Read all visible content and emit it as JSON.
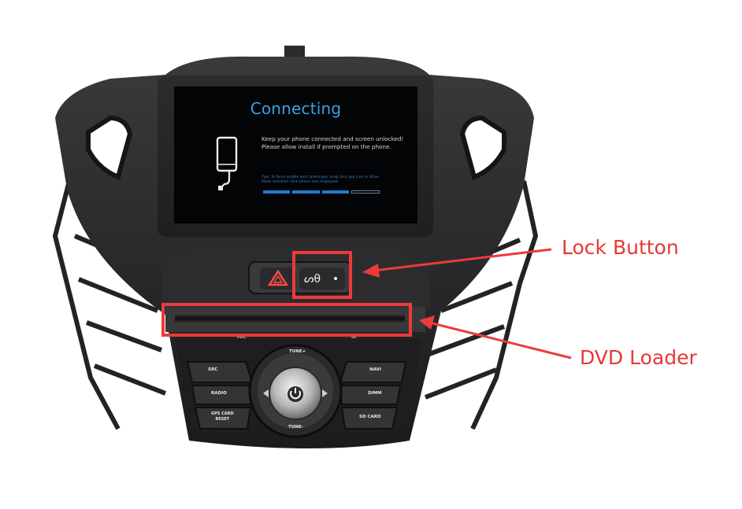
{
  "screen": {
    "title": "Connecting",
    "message": "Keep your phone connected and screen unlocked!\nPlease allow install if prompted on the phone.",
    "tip": "Tips: To force enable auto landscape, long click app icon in Drive Mode and then click phone icon displayed.",
    "progress_segments_filled": 3,
    "progress_segments_total": 4,
    "accent_color": "#3aa0e6"
  },
  "device": {
    "left_buttons": [
      "SRC",
      "RADIO",
      "GPS CARD\nRESET"
    ],
    "right_buttons": [
      "NAVI",
      "DIMM",
      "SD CARD"
    ],
    "knob_top": "TUNE+",
    "knob_bottom": "TUNE-",
    "mic_label": "MIC",
    "ir_label": "IR",
    "hazard_icon": "hazard-triangle-icon",
    "lock_icon": "lock-symbol-icon",
    "power_icon": "power-icon"
  },
  "annotations": {
    "lock_button": "Lock Button",
    "dvd_loader": "DVD Loader",
    "color": "#ee3a3a"
  }
}
